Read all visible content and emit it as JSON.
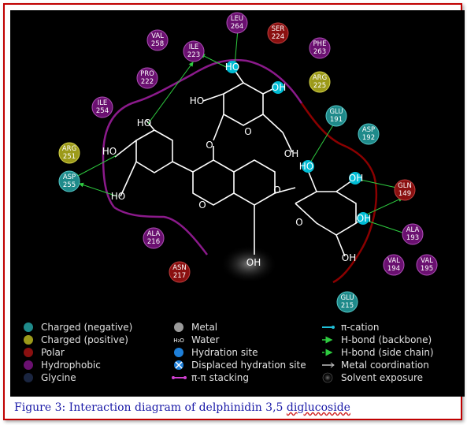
{
  "residues": [
    {
      "id": "leu264",
      "name": "LEU",
      "num": "264",
      "type": "hydrophobic"
    },
    {
      "id": "ser224",
      "name": "SER",
      "num": "224",
      "type": "polar"
    },
    {
      "id": "val258",
      "name": "VAL",
      "num": "258",
      "type": "hydrophobic"
    },
    {
      "id": "ile223",
      "name": "ILE",
      "num": "223",
      "type": "hydrophobic"
    },
    {
      "id": "phe263",
      "name": "PHE",
      "num": "263",
      "type": "hydrophobic"
    },
    {
      "id": "pro222",
      "name": "PRO",
      "num": "222",
      "type": "hydrophobic"
    },
    {
      "id": "arg225",
      "name": "ARG",
      "num": "225",
      "type": "charged_positive"
    },
    {
      "id": "ile254",
      "name": "ILE",
      "num": "254",
      "type": "hydrophobic"
    },
    {
      "id": "glu191",
      "name": "GLU",
      "num": "191",
      "type": "charged_negative"
    },
    {
      "id": "asp192",
      "name": "ASP",
      "num": "192",
      "type": "charged_negative"
    },
    {
      "id": "arg251",
      "name": "ARG",
      "num": "251",
      "type": "charged_positive"
    },
    {
      "id": "asp255",
      "name": "ASP",
      "num": "255",
      "type": "charged_negative"
    },
    {
      "id": "gln149",
      "name": "GLN",
      "num": "149",
      "type": "polar"
    },
    {
      "id": "ala193",
      "name": "ALA",
      "num": "193",
      "type": "hydrophobic"
    },
    {
      "id": "ala216",
      "name": "ALA",
      "num": "216",
      "type": "hydrophobic"
    },
    {
      "id": "asn217",
      "name": "ASN",
      "num": "217",
      "type": "polar"
    },
    {
      "id": "val194",
      "name": "VAL",
      "num": "194",
      "type": "hydrophobic"
    },
    {
      "id": "val195",
      "name": "VAL",
      "num": "195",
      "type": "hydrophobic"
    },
    {
      "id": "glu215",
      "name": "GLU",
      "num": "215",
      "type": "charged_negative"
    }
  ],
  "atoms": {
    "oh": "OH",
    "ho": "HO",
    "o": "O"
  },
  "legend": {
    "col1": [
      "Charged (negative)",
      "Charged (positive)",
      "Polar",
      "Hydrophobic",
      "Glycine"
    ],
    "col2": [
      "Metal",
      "Water",
      "Hydration site",
      "Displaced hydration site",
      "π-π stacking"
    ],
    "col3": [
      "π-cation",
      "H-bond (backbone)",
      "H-bond (side chain)",
      "Metal coordination",
      "Solvent exposure"
    ],
    "water_glyph": "H₂O"
  },
  "colors": {
    "charged_negative": "#1f8a8a",
    "charged_positive": "#9c9a1a",
    "polar": "#8a1010",
    "hydrophobic": "#6a1070",
    "glycine": "#1a2540",
    "hbond": "#2ecc40",
    "pocket_hydrophobic": "#8b1a8b",
    "pocket_polar": "#8b0000",
    "ligand_atom": "#00e5e5"
  },
  "caption": {
    "prefix": "Figure 3: Interaction diagram of delphinidin 3,5 ",
    "underlined": "diglucoside"
  }
}
